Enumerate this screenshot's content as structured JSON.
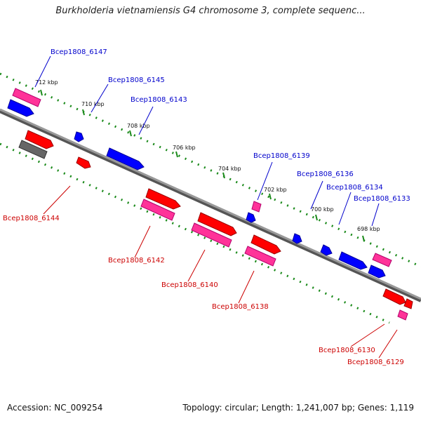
{
  "title": "Burkholderia vietnamiensis G4 chromosome 3, complete sequenc...",
  "footer": {
    "accession": "Accession: NC_009254",
    "summary": "Topology: circular; Length: 1,241,007 bp; Genes: 1,119"
  },
  "colors": {
    "label_top": "#0000cc",
    "label_bottom": "#cc0000",
    "backbone": "#888888",
    "tick_dots": "#1a8a1a",
    "gene_red": "#ff0000",
    "gene_pink": "#ff3399",
    "gene_blue": "#0000ff",
    "gene_gray": "#666666"
  },
  "ticks": [
    "712 kbp",
    "710 kbp",
    "708 kbp",
    "706 kbp",
    "704 kbp",
    "702 kbp",
    "700 kbp",
    "698 kbp"
  ],
  "labels_top": [
    "Bcep1808_6147",
    "Bcep1808_6145",
    "Bcep1808_6143",
    "Bcep1808_6139",
    "Bcep1808_6136",
    "Bcep1808_6134",
    "Bcep1808_6133"
  ],
  "labels_bottom": [
    "Bcep1808_6144",
    "Bcep1808_6142",
    "Bcep1808_6140",
    "Bcep1808_6138",
    "Bcep1808_6130",
    "Bcep1808_6129"
  ]
}
